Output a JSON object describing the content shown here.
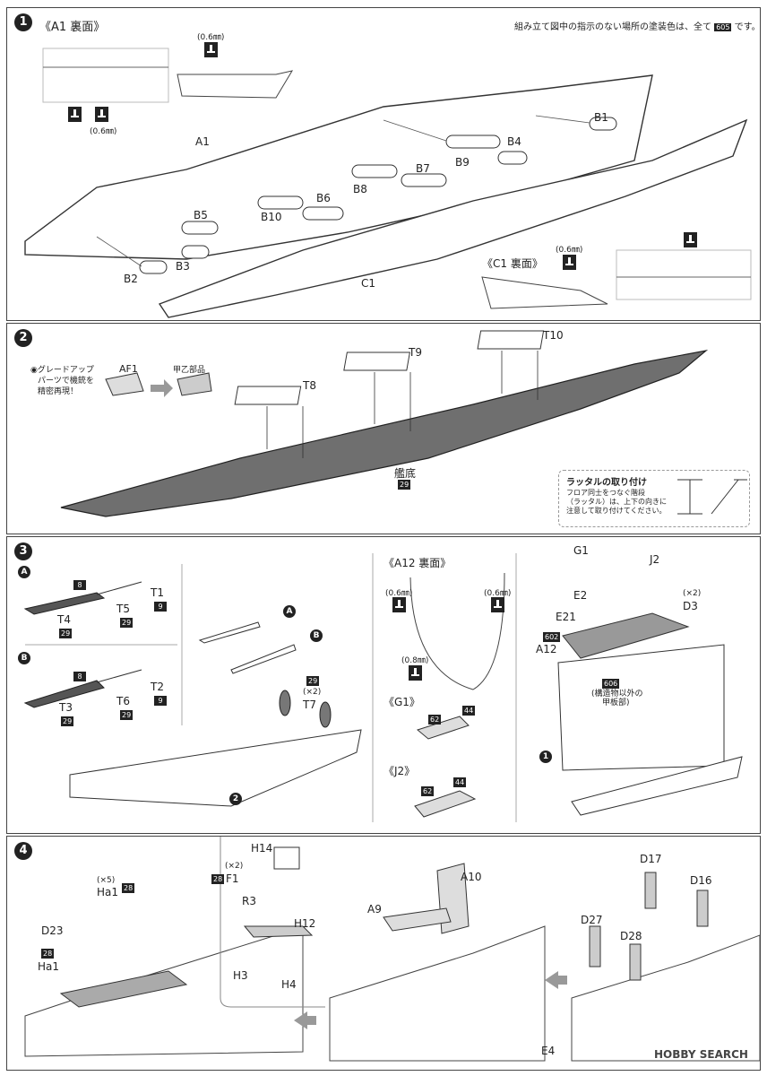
{
  "paint_note": {
    "text": "組み立て図中の指示のない場所の塗装色は、全て",
    "code": "605",
    "suffix": "です。"
  },
  "step1": {
    "num": "1",
    "a1_back": "《A1 裏面》",
    "c1_back": "《C1 裏面》",
    "drill": "(0.6㎜)",
    "parts": [
      "A1",
      "B1",
      "B4",
      "B9",
      "B7",
      "B8",
      "B6",
      "B10",
      "B5",
      "B3",
      "B2",
      "C1"
    ]
  },
  "step2": {
    "num": "2",
    "upgrade": [
      "◉グレードアップ",
      "パーツで機銃を",
      "精密再現！"
    ],
    "af1": "AF1",
    "kouotsu": "甲乙部品",
    "parts": [
      "T8",
      "T9",
      "T10"
    ],
    "bottom": "艦底",
    "bottom_code": "29",
    "ladder_title": "ラッタルの取り付け",
    "ladder_text": [
      "フロア同士をつなぐ階段",
      "（ラッタル）は、上下の向きに",
      "注意して取り付けてください。"
    ]
  },
  "step3": {
    "num": "3",
    "sub_a": "A",
    "sub_b": "B",
    "parts_a": [
      {
        "name": "T1",
        "code": "9"
      },
      {
        "name": "T5",
        "code": "29"
      },
      {
        "name": "T4",
        "code": "29"
      }
    ],
    "parts_b": [
      {
        "name": "T2",
        "code": "9"
      },
      {
        "name": "T6",
        "code": "29"
      },
      {
        "name": "T3",
        "code": "29"
      }
    ],
    "rod_code": "8",
    "t7": "T7",
    "t7_count": "(×2)",
    "t7_code": "29",
    "ref2": "2",
    "a12_back": "《A12 裏面》",
    "drill06": "(0.6㎜)",
    "drill08": "(0.8㎜)",
    "g1_title": "《G1》",
    "g1_codes": [
      "62",
      "44"
    ],
    "j2_title": "《J2》",
    "j2_codes": [
      "62",
      "44"
    ],
    "right_parts": [
      "G1",
      "J2",
      "E2",
      "E21",
      "A12",
      "D3"
    ],
    "d3_count": "(×2)",
    "a12_code": "602",
    "deck_code": "606",
    "deck_note": [
      "(構造物以外の",
      "甲板部)"
    ],
    "ref1": "1"
  },
  "step4": {
    "num": "4",
    "ha1_count": "(×5)",
    "ha1": "Ha1",
    "ha1_code": "28",
    "d23": "D23",
    "h14": "H14",
    "f1": "F1",
    "f1_count": "(×2)",
    "f1_code": "28",
    "r3": "R3",
    "h12": "H12",
    "h3": "H3",
    "h4": "H4",
    "a10": "A10",
    "a9": "A9",
    "d17": "D17",
    "d16": "D16",
    "d27": "D27",
    "d28": "D28",
    "e4": "E4"
  },
  "watermark": "HOBBY SEARCH"
}
